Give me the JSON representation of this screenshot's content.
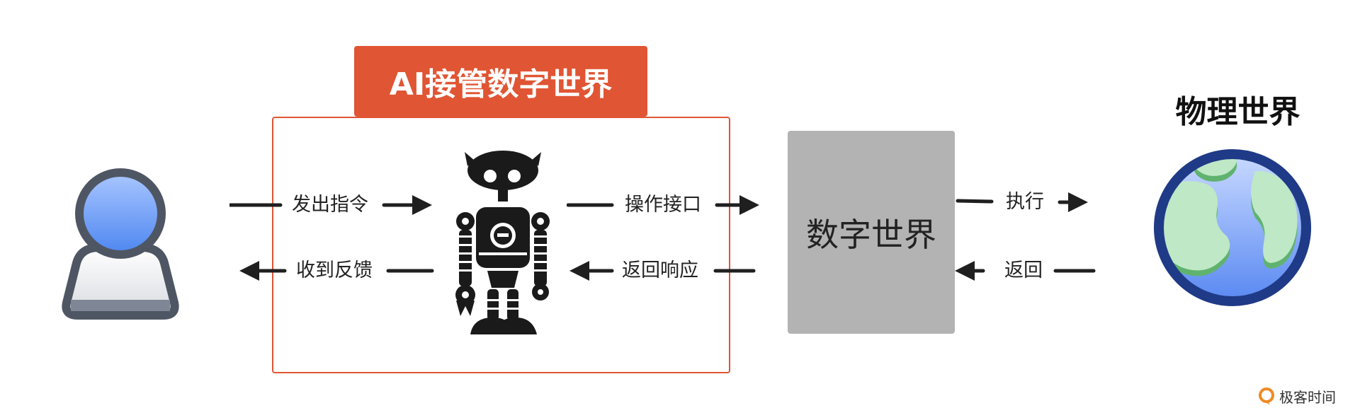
{
  "diagram": {
    "ai_banner": "AI接管数字世界",
    "physical_world_title": "物理世界",
    "digital_world_label": "数字世界",
    "arrows": {
      "issue_command": "发出指令",
      "receive_feedback": "收到反馈",
      "operate_interface": "操作接口",
      "return_response": "返回响应",
      "execute": "执行",
      "return": "返回"
    }
  },
  "watermark": {
    "brand": "极客时间"
  },
  "colors": {
    "accent": "#e05533",
    "digital_box": "#b3b3b3",
    "user_fill": "#6f9ff2",
    "globe_ocean": "#8fb3ff",
    "globe_land": "#8ed29c",
    "globe_border": "#1f3a86",
    "arrow": "#1f1f1f"
  }
}
